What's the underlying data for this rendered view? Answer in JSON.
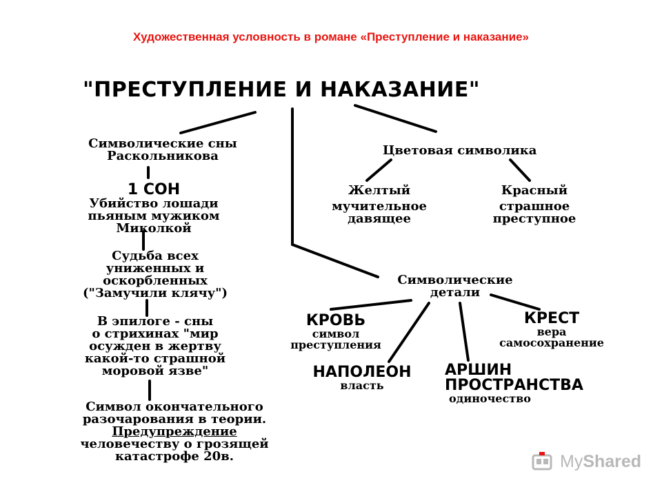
{
  "slide_title": "Художественная условность в романе «Преступление и наказание»",
  "root": "\"ПРЕСТУПЛЕНИЕ И НАКАЗАНИЕ\"",
  "dreams": {
    "heading": [
      "Символические сны",
      "Раскольникова"
    ],
    "first_dream": [
      "1 СОН",
      "Убийство лошади",
      "пьяным мужиком",
      "Миколкой"
    ],
    "fate": [
      "Судьба всех",
      "униженных и",
      "оскорбленных",
      "(\"Замучили клячу\")"
    ],
    "epilogue": [
      "В эпилоге - сны",
      "о стрихинах \"мир",
      "осужден в жертву",
      "какой-то страшной",
      "моровой язве\""
    ],
    "final": {
      "lines_top": [
        "Символ окончательного",
        "разочарования в теории."
      ],
      "warning": "Предупреждение",
      "lines_bottom": [
        "человечеству о грозящей",
        "катастрофе 20в."
      ]
    }
  },
  "colors": {
    "heading": "Цветовая символика",
    "yellow": {
      "name": "Желтый",
      "meaning": [
        "мучительное",
        "давящее"
      ]
    },
    "red": {
      "name": "Красный",
      "meaning": [
        "страшное",
        "преступное"
      ]
    }
  },
  "details": {
    "heading": [
      "Символические",
      "детали"
    ],
    "blood": {
      "name": "КРОВЬ",
      "meaning": [
        "символ",
        "преступления"
      ]
    },
    "napoleon": {
      "name": "НАПОЛЕОН",
      "meaning": [
        "власть"
      ]
    },
    "arshin": {
      "name": [
        "АРШИН",
        "ПРОСТРАНСТВА"
      ],
      "meaning": [
        "одиночество"
      ]
    },
    "cross": {
      "name": "КРЕСТ",
      "meaning": [
        "вера",
        "самосохранение"
      ]
    }
  },
  "watermark": {
    "brand_light": "My",
    "brand_bold": "Shared",
    "accent": "#e8140f",
    "icon": "mortarboard-icon"
  }
}
